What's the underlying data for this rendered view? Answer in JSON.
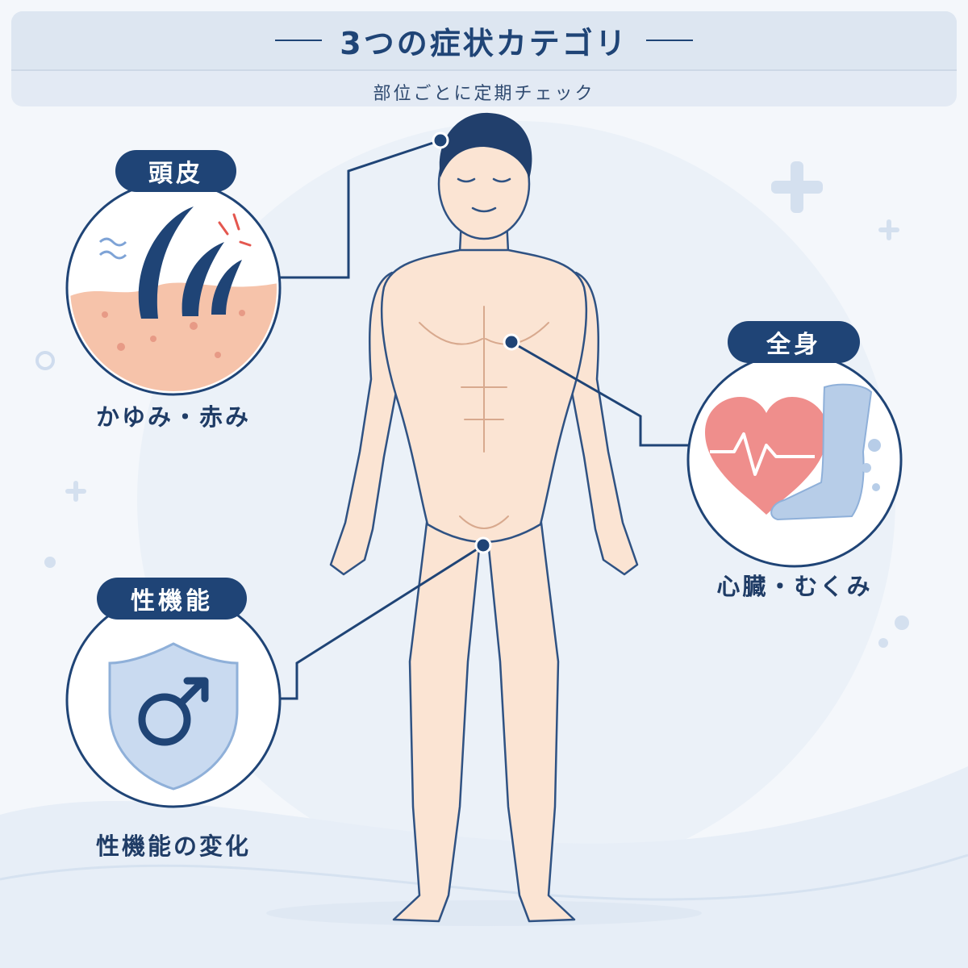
{
  "header": {
    "title": "3つの症状カテゴリ",
    "subtitle": "部位ごとに定期チェック"
  },
  "categories": [
    {
      "label": "頭皮",
      "caption": "かゆみ・赤み",
      "icon": "scalp-hair-icon"
    },
    {
      "label": "全身",
      "caption": "心臓・むくみ",
      "icon": "heart-leg-icon"
    },
    {
      "label": "性機能",
      "caption": "性機能の変化",
      "icon": "male-shield-icon"
    }
  ],
  "colors": {
    "navy": "#1f4476",
    "skin": "#fbe4d3",
    "background": "#f4f7fb",
    "heart": "#ef8e8c",
    "leg": "#b7cde8"
  }
}
